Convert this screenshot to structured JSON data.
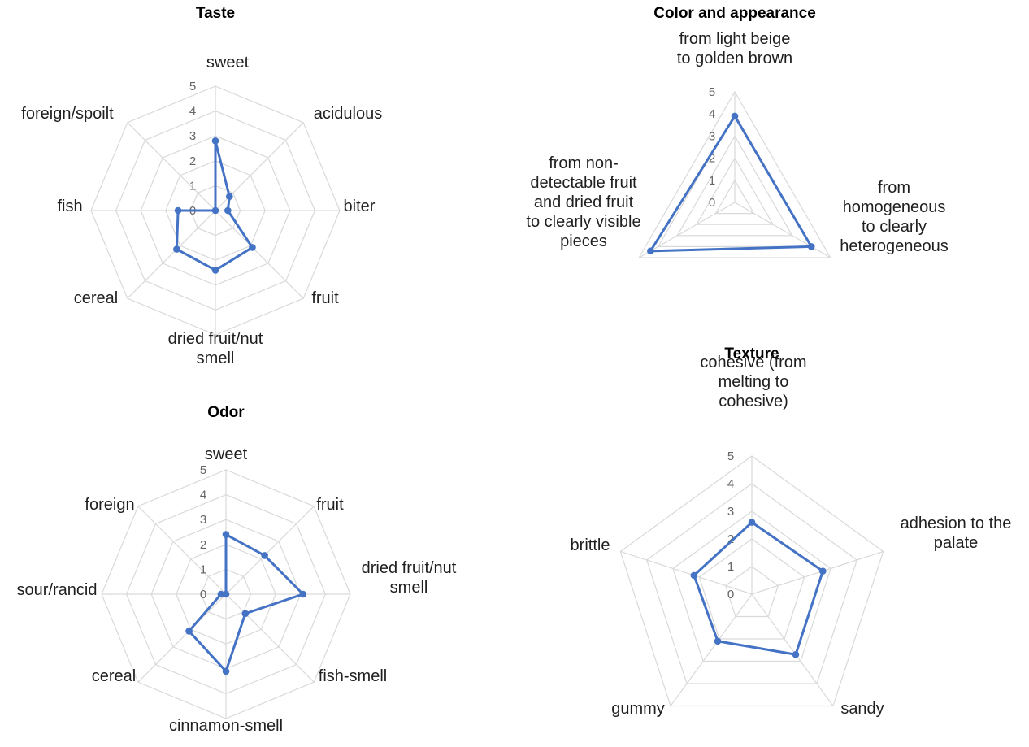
{
  "chart_data": [
    {
      "type": "radar",
      "title": "Taste",
      "categories": [
        "sweet",
        "acidulous",
        "biter",
        "fruit",
        "dried fruit/nut smell",
        "cereal",
        "fish",
        "foreign/spoilt"
      ],
      "category_lines": [
        [
          "sweet"
        ],
        [
          "acidulous"
        ],
        [
          "biter"
        ],
        [
          "fruit"
        ],
        [
          "dried fruit/nut",
          "smell"
        ],
        [
          "cereal"
        ],
        [
          "fish"
        ],
        [
          "foreign/spoilt"
        ]
      ],
      "ticks": [
        "0",
        "1",
        "2",
        "3",
        "4",
        "5"
      ],
      "rlim": [
        0,
        5
      ],
      "values": [
        2.8,
        0.8,
        0.5,
        2.1,
        2.4,
        2.2,
        1.5,
        0
      ],
      "grid": true,
      "color": "#4472c4"
    },
    {
      "type": "radar",
      "title": "Color and appearance",
      "categories": [
        "from light beige to golden brown",
        "from homogeneous to clearly heterogeneous",
        "from non-detectable fruit and dried fruit to clearly visible pieces"
      ],
      "category_lines": [
        [
          "from light beige",
          "to golden brown"
        ],
        [
          "from",
          "homogeneous",
          "to clearly",
          "heterogeneous"
        ],
        [
          "from non-",
          "detectable fruit",
          "and dried fruit",
          "to clearly visible",
          "pieces"
        ]
      ],
      "ticks": [
        "0",
        "1",
        "2",
        "3",
        "4",
        "5"
      ],
      "rlim": [
        0,
        5
      ],
      "values": [
        3.9,
        4.0,
        4.4
      ],
      "grid": true,
      "color": "#4472c4"
    },
    {
      "type": "radar",
      "title": "Odor",
      "categories": [
        "sweet",
        "fruit",
        "dried fruit/nut smell",
        "fish-smell",
        "cinnamon-smell",
        "cereal",
        "sour/rancid",
        "foreign"
      ],
      "category_lines": [
        [
          "sweet"
        ],
        [
          "fruit"
        ],
        [
          "dried fruit/nut",
          "smell"
        ],
        [
          "fish-smell"
        ],
        [
          "cinnamon-smell"
        ],
        [
          "cereal"
        ],
        [
          "sour/rancid"
        ],
        [
          "foreign"
        ]
      ],
      "ticks": [
        "0",
        "1",
        "2",
        "3",
        "4",
        "5"
      ],
      "rlim": [
        0,
        5
      ],
      "values": [
        2.4,
        2.2,
        3.1,
        1.1,
        3.1,
        2.1,
        0.2,
        0
      ],
      "grid": true,
      "color": "#4472c4"
    },
    {
      "type": "radar",
      "title": "Texture",
      "categories": [
        "cohesive (from melting to cohesive)",
        "adhesion to the palate",
        "sandy",
        "gummy",
        "brittle"
      ],
      "category_lines": [
        [
          "cohesive (from",
          "melting to",
          "cohesive)"
        ],
        [
          "adhesion to the",
          "palate"
        ],
        [
          "sandy"
        ],
        [
          "gummy"
        ],
        [
          "brittle"
        ]
      ],
      "ticks": [
        "0",
        "1",
        "2",
        "3",
        "4",
        "5"
      ],
      "rlim": [
        0,
        5
      ],
      "values": [
        2.6,
        2.7,
        2.7,
        2.1,
        2.2
      ],
      "grid": true,
      "color": "#4472c4"
    }
  ]
}
